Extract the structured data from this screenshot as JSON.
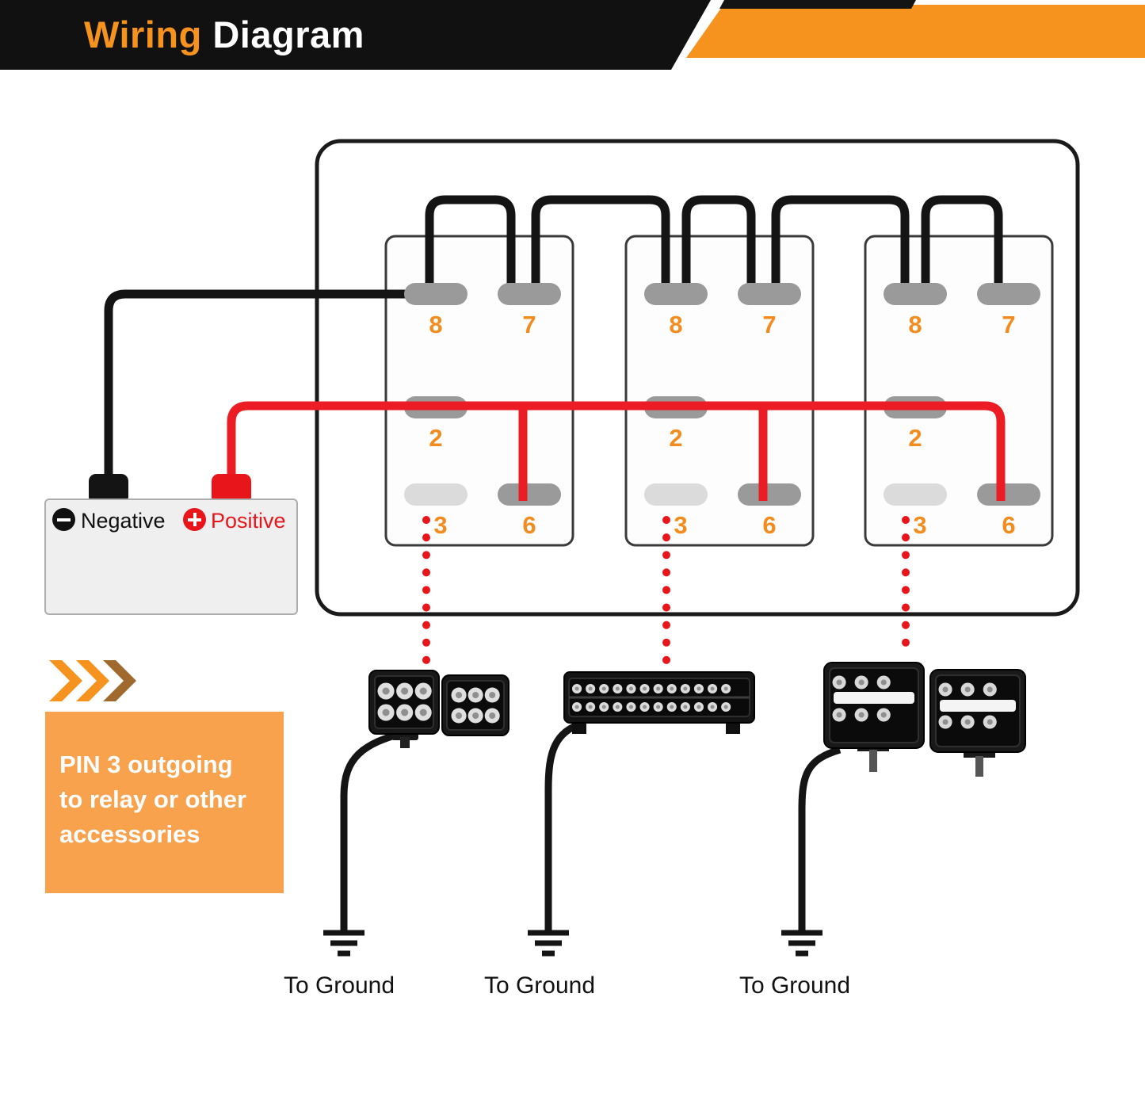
{
  "header": {
    "title_accent": "Wiring",
    "title_rest": "Diagram"
  },
  "colors": {
    "accent_orange": "#F6921E",
    "note_box_orange": "#F9A24E",
    "wire_red": "#EC1C24",
    "wire_black": "#141414",
    "pin_gray": "#9A9A9A",
    "pin_light_gray": "#DBDBDB",
    "pin_label_orange": "#F28C1E"
  },
  "battery": {
    "negative_label": "Negative",
    "positive_label": "Positive"
  },
  "switches": [
    {
      "pin8": "8",
      "pin7": "7",
      "pin2": "2",
      "pin3": "3",
      "pin6": "6"
    },
    {
      "pin8": "8",
      "pin7": "7",
      "pin2": "2",
      "pin3": "3",
      "pin6": "6"
    },
    {
      "pin8": "8",
      "pin7": "7",
      "pin2": "2",
      "pin3": "3",
      "pin6": "6"
    }
  ],
  "note": {
    "lines": [
      "PIN 3 outgoing",
      "to relay or other",
      "accessories"
    ]
  },
  "ground_labels": [
    "To Ground",
    "To Ground",
    "To Ground"
  ]
}
